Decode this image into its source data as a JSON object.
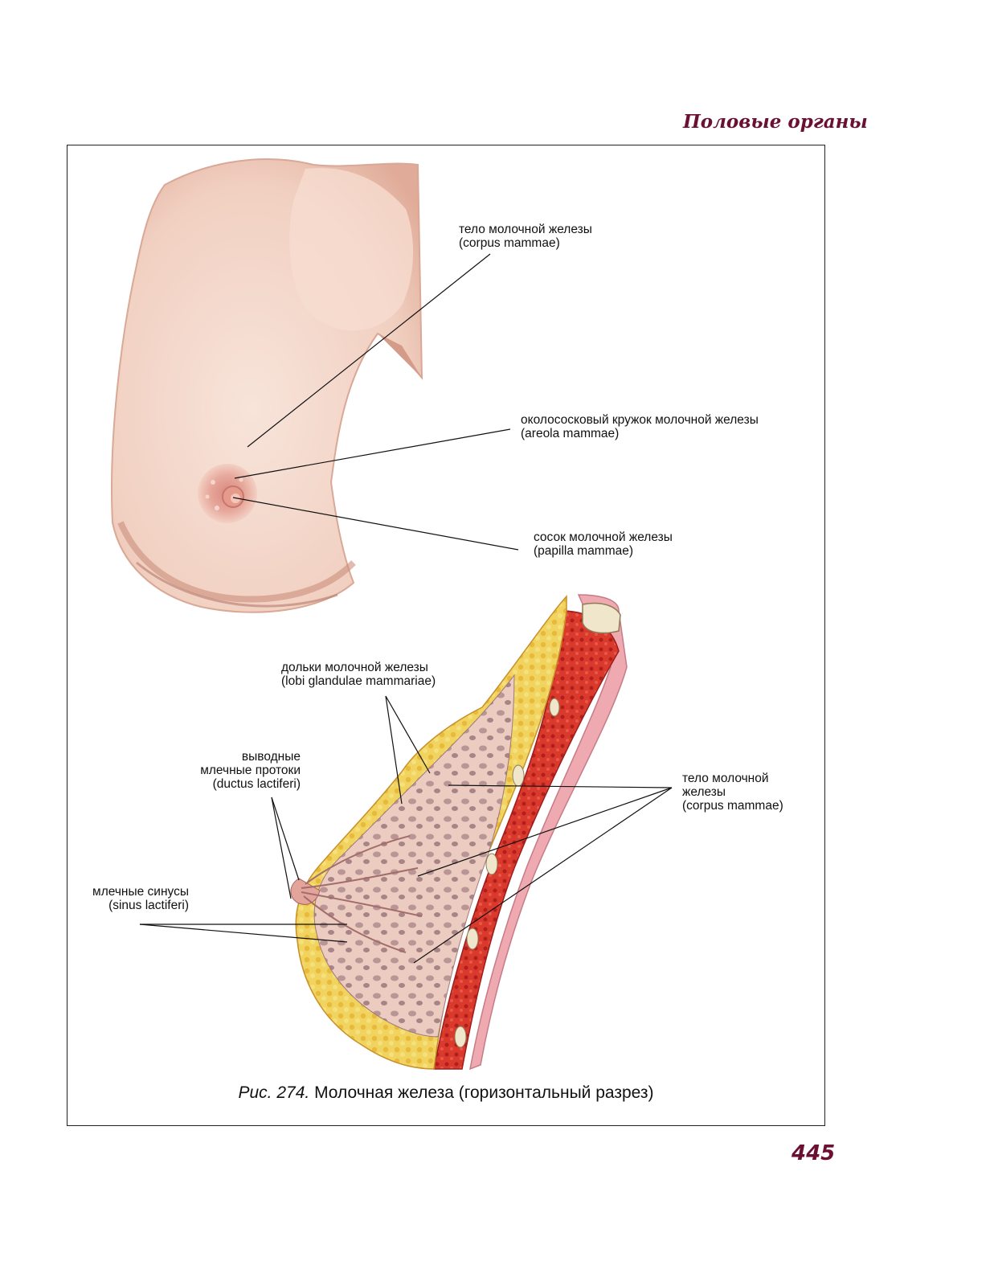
{
  "header": {
    "section_title": "Половые органы"
  },
  "page_number": "445",
  "figure": {
    "number": "Рис. 274.",
    "caption": "Молочная железа (горизонтальный разрез)"
  },
  "labels": {
    "corpus_top": "тело молочной железы\n(corpus mammae)",
    "areola": "околососковый кружок молочной железы\n(areola mammae)",
    "papilla": "сосок молочной железы\n(papilla mammae)",
    "lobi": "дольки молочной железы\n(lobi glandulae mammariae)",
    "ductus": "выводные\nмлечные протоки\n(ductus lactiferi)",
    "corpus_right": "тело молочной\nжелезы\n(corpus mammae)",
    "sinus": "млечные синусы\n(sinus lactiferi)"
  },
  "colors": {
    "heading": "#6b1033",
    "skin": "#f3d2c3",
    "fat": "#f0d060",
    "gland": "#c9a7a3",
    "muscle": "#d8342a"
  }
}
